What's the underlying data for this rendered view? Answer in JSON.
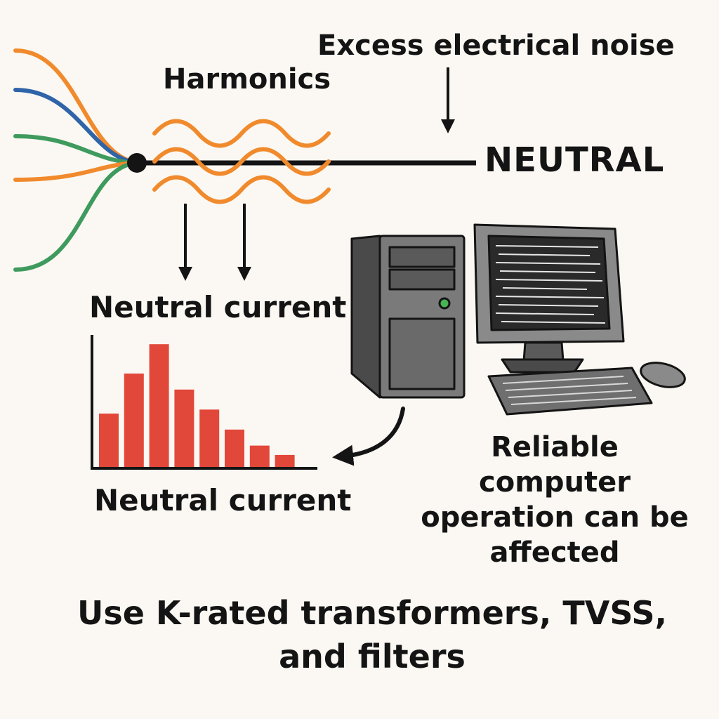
{
  "labels": {
    "excess_noise": "Excess electrical noise",
    "harmonics": "Harmonics",
    "neutral": "NEUTRAL",
    "neutral_current_top": "Neutral current",
    "neutral_current_bottom": "Neutral current",
    "reliable": "Reliable computer operation can be affected",
    "advice": "Use K-rated transformers, TVSS, and filters"
  },
  "colors": {
    "wire_orange": "#f08a2c",
    "wire_blue": "#2f64a8",
    "wire_green": "#3f9a5e",
    "harmonic_wave": "#f08a2c",
    "bars": "#e2483a",
    "ink": "#141414",
    "computer_body": "#7a7a7a",
    "screen": "#2a2a2a"
  },
  "icons": [
    "junction-dot-icon",
    "computer-tower-icon",
    "monitor-icon",
    "keyboard-icon",
    "mouse-icon",
    "down-arrow-icon",
    "curved-arrow-icon"
  ],
  "chart_data": {
    "type": "bar",
    "categories": [
      "",
      "",
      "",
      "",
      "",
      "",
      "",
      ""
    ],
    "values": [
      40,
      70,
      92,
      58,
      43,
      28,
      16,
      9
    ],
    "ylim": [
      0,
      100
    ],
    "xlabel": "",
    "ylabel": "",
    "title": "",
    "grid": false
  }
}
